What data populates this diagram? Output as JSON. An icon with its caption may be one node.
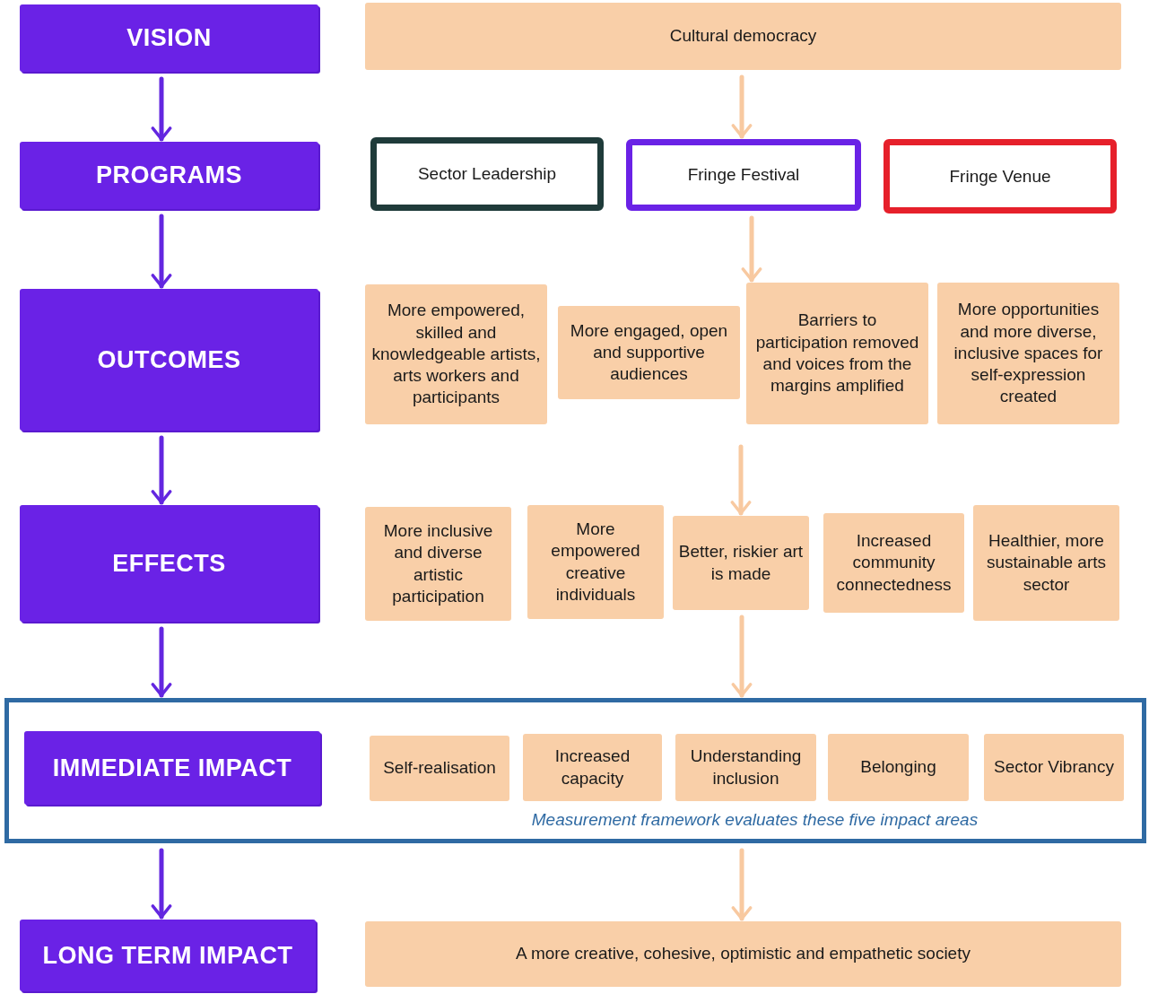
{
  "diagram": {
    "nodes": [
      {
        "text": [
          "VISION"
        ]
      },
      {
        "text": [
          "Cultural democracy"
        ]
      },
      {
        "text": [
          "PROGRAMS"
        ]
      },
      {
        "text": [
          "Sector Leadership"
        ]
      },
      {
        "text": [
          "Fringe Festival"
        ]
      },
      {
        "text": [
          "Fringe Venue"
        ]
      },
      {
        "text": [
          "OUTCOMES"
        ]
      },
      {
        "text": [
          "More empowered, skilled and knowledgeable artists, arts workers and participants"
        ]
      },
      {
        "text": [
          "More engaged, open and supportive audiences"
        ]
      },
      {
        "text": [
          "Barriers to participation removed and voices from the margins amplified"
        ]
      },
      {
        "text": [
          "More opportunities and more diverse, inclusive spaces for self-expression created"
        ]
      },
      {
        "text": [
          "EFFECTS"
        ]
      },
      {
        "text": [
          "More inclusive and diverse artistic participation"
        ]
      },
      {
        "text": [
          "More empowered creative individuals"
        ]
      },
      {
        "text": [
          "Better, riskier art is made"
        ]
      },
      {
        "text": [
          "Increased community connectedness"
        ]
      },
      {
        "text": [
          "Healthier, more sustainable arts sector"
        ]
      },
      {
        "text": [
          "Measurement framework evaluates these five impact areas"
        ]
      },
      {
        "text": [
          "IMMEDIATE IMPACT"
        ],
        "in": 17
      },
      {
        "text": [
          "Self-realisation"
        ],
        "in": 17
      },
      {
        "text": [
          "Increased capacity"
        ],
        "in": 17
      },
      {
        "text": [
          "Understanding inclusion"
        ],
        "in": 17
      },
      {
        "text": [
          "Belonging"
        ],
        "in": 17
      },
      {
        "text": [
          "Sector Vibrancy"
        ],
        "in": 17
      },
      {
        "text": [
          "LONG TERM IMPACT"
        ]
      },
      {
        "text": [
          "A more creative, cohesive, optimistic and empathetic society"
        ]
      }
    ],
    "edges": [
      {
        "from": 0,
        "to": 2,
        "arrow": "to",
        "color": "#6326e0"
      },
      {
        "from": 2,
        "to": 6,
        "arrow": "to",
        "color": "#6326e0"
      },
      {
        "from": 6,
        "to": 11,
        "arrow": "to",
        "color": "#6326e0"
      },
      {
        "from": 11,
        "to": 17,
        "arrow": "to",
        "color": "#6326e0"
      },
      {
        "from": 17,
        "to": 24,
        "arrow": "to",
        "color": "#6326e0"
      },
      {
        "from": 1,
        "to": 4,
        "arrow": "to",
        "color": "#f8c9a0"
      },
      {
        "from": 4,
        "to": 9,
        "arrow": "to",
        "color": "#f8c9a0"
      },
      {
        "from": null,
        "to": 14,
        "arrow": "to",
        "color": "#f8c9a0"
      },
      {
        "from": 14,
        "to": 17,
        "arrow": "to",
        "color": "#f8c9a0"
      },
      {
        "from": 17,
        "to": 25,
        "arrow": "to",
        "color": "#f8c9a0"
      }
    ]
  }
}
